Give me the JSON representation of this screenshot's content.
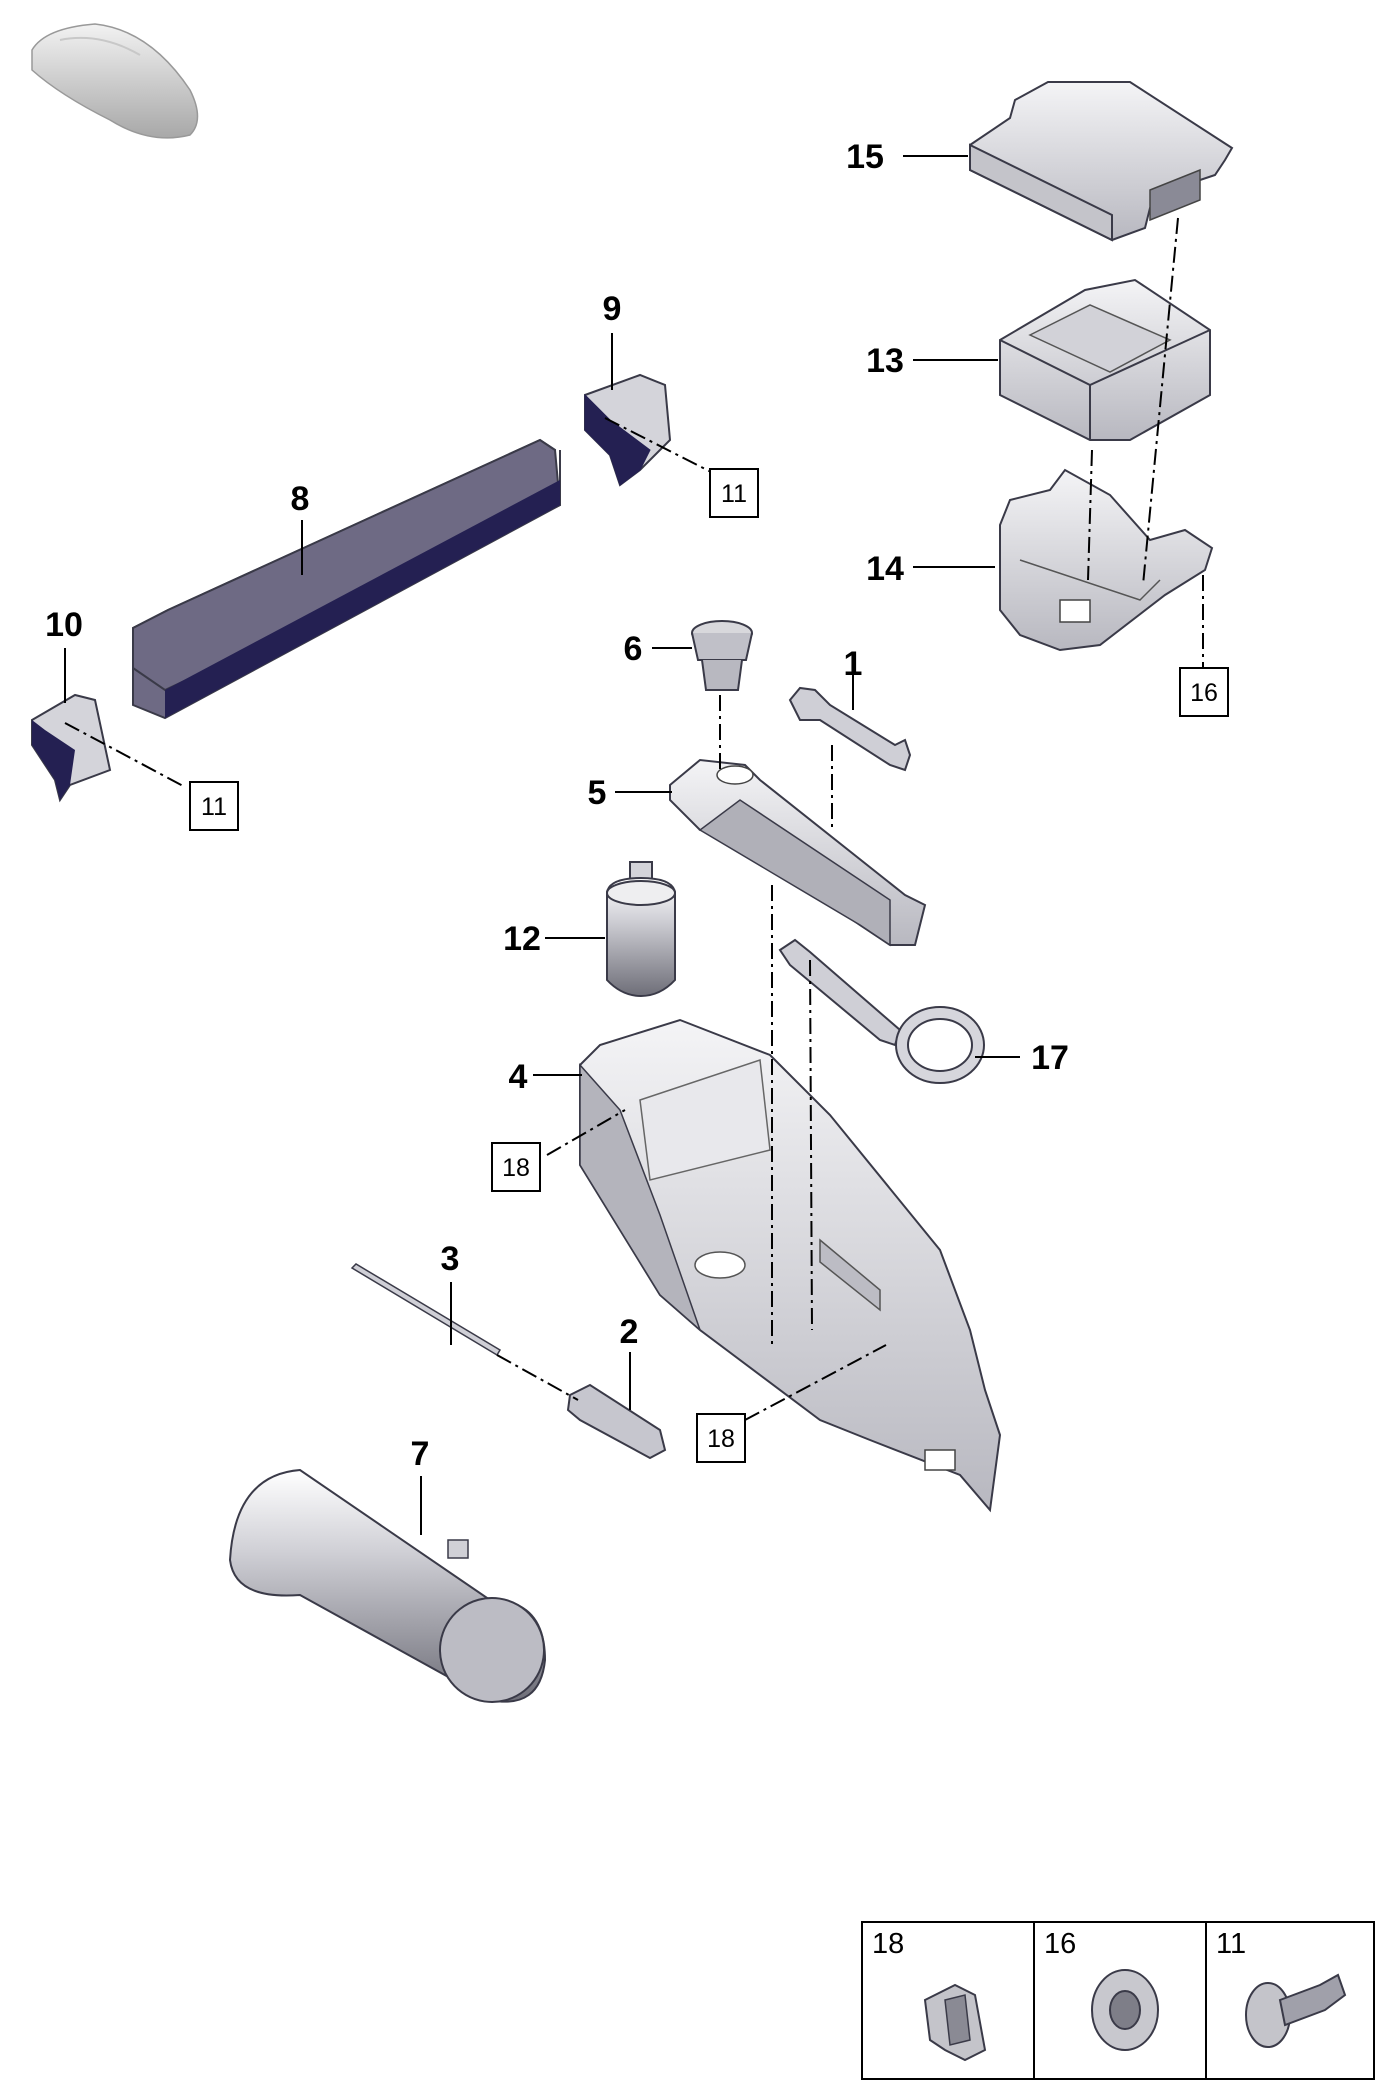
{
  "callouts": [
    "1",
    "2",
    "3",
    "4",
    "5",
    "6",
    "7",
    "8",
    "9",
    "10",
    "12",
    "13",
    "14",
    "15",
    "17"
  ],
  "boxed_refs": {
    "r11a": "11",
    "r11b": "11",
    "r16": "16",
    "r18a": "18",
    "r18b": "18"
  },
  "legend": [
    "18",
    "16",
    "11"
  ],
  "colors": {
    "part_light": "#e2e2e6",
    "part_mid": "#b4b4bc",
    "part_dark": "#242052",
    "line": "#000000"
  }
}
